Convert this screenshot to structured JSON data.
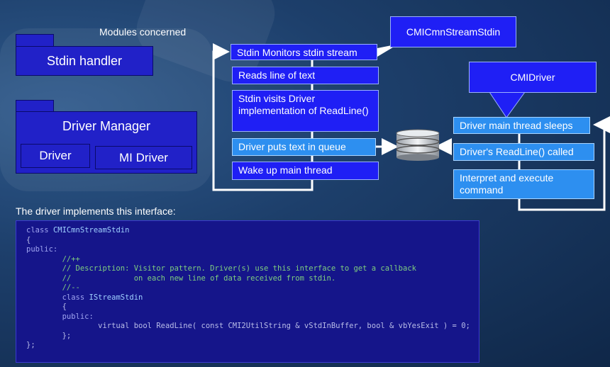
{
  "left": {
    "heading": "Modules concerned",
    "stdin_handler": "Stdin handler",
    "driver_manager": "Driver Manager",
    "driver": "Driver",
    "mi_driver": "MI Driver"
  },
  "callouts": {
    "stream_stdin": "CMICmnStreamStdin",
    "driver": "CMIDriver"
  },
  "flow": [
    "Stdin Monitors stdin stream",
    "Reads line of text",
    "Stdin visits Driver implementation of ReadLine()",
    "Driver puts text in queue",
    "Wake up main thread"
  ],
  "driver_flow": [
    "Driver main thread sleeps",
    "Driver's ReadLine() called",
    "Interpret and execute command"
  ],
  "interface_heading": "The driver implements this interface:",
  "code": {
    "l1": "class ",
    "l1_name": "CMICmnStreamStdin",
    "l2": "{",
    "l3": "public:",
    "l4": "        //++",
    "l5": "        // Description: Visitor pattern. Driver(s) use this interface to get a callback",
    "l6": "        //              on each new line of data received from stdin.",
    "l7": "        //--",
    "l8a": "        class ",
    "l8b": "IStreamStdin",
    "l9": "        {",
    "l10": "        public:",
    "l11": "                virtual bool ReadLine( const CMI2UtilString & vStdInBuffer, bool & vbYesExit ) = 0;",
    "l12": "        };",
    "l13": "};"
  },
  "colors": {
    "dark_box": "#1f1ff5",
    "light_box": "#2d8ff0",
    "package": "#2121c8",
    "code_bg": "#15158a"
  }
}
